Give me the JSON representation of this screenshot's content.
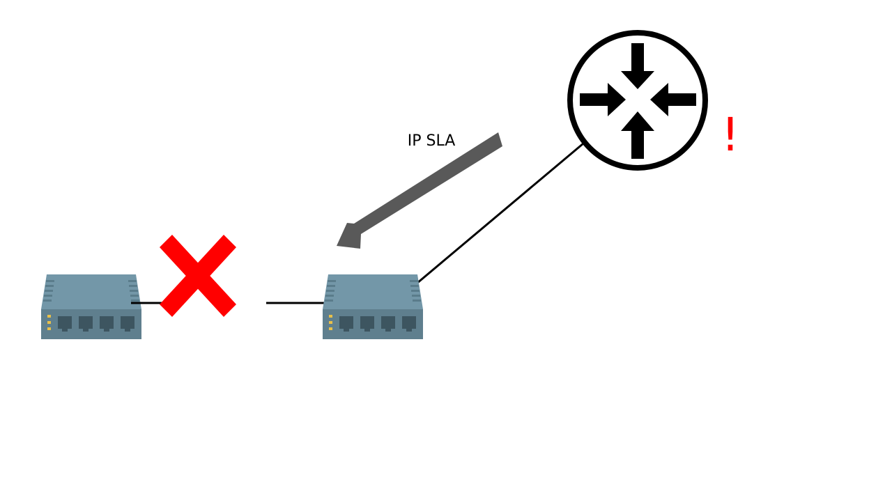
{
  "diagram": {
    "arrow_label": "IP SLA",
    "alert_mark": "!",
    "nodes": [
      {
        "id": "switch-left",
        "kind": "switch",
        "icon": "network-switch-icon"
      },
      {
        "id": "switch-right",
        "kind": "switch",
        "icon": "network-switch-icon"
      },
      {
        "id": "router",
        "kind": "router",
        "icon": "router-icon"
      }
    ],
    "links": [
      {
        "from": "switch-left",
        "to": "switch-right",
        "state": "down",
        "marker": "failure-x-icon"
      },
      {
        "from": "switch-right",
        "to": "router",
        "state": "up"
      }
    ],
    "probe": {
      "from": "router",
      "to": "switch-right",
      "label_ref": "arrow_label"
    },
    "colors": {
      "switch_top": "#7397A8",
      "switch_front": "#5F7F8E",
      "switch_port": "#3D5560",
      "switch_led": "#E8C04A",
      "failure": "#FF0000",
      "alert": "#FF0000",
      "probe_arrow": "#595959",
      "link": "#000000",
      "router_stroke": "#000000"
    }
  }
}
